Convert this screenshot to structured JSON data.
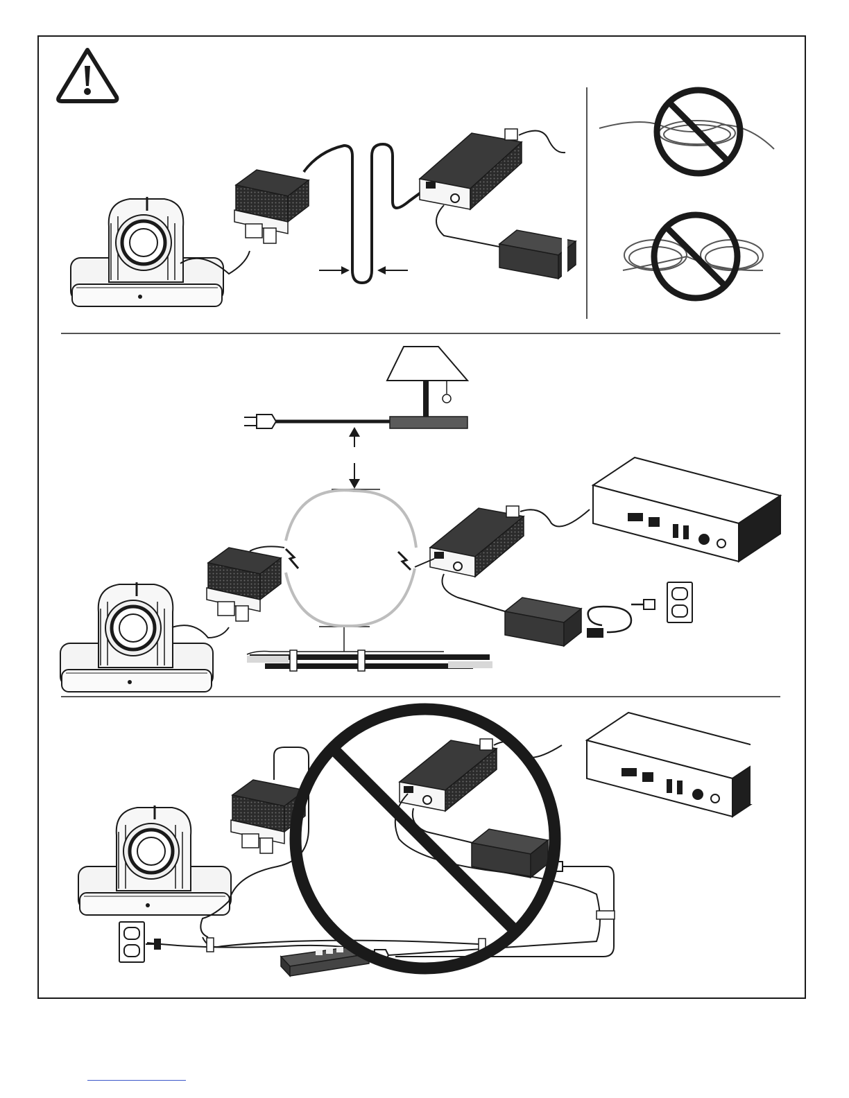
{
  "page": {
    "background": "#ffffff",
    "ink": "#1a1a1a",
    "device_fill": "#2b2b2b",
    "cable_grey": "#bdbdbd",
    "footer_link_color": "#3a56c8",
    "footer_link_text": ""
  },
  "panels": [
    {
      "id": "cable-bend-radius",
      "icons": [
        "warning-triangle-icon",
        "camera-icon",
        "extender-icon",
        "power-adapter-icon",
        "prohibited-coil-icon",
        "prohibited-knot-icon"
      ]
    },
    {
      "id": "cable-separation",
      "icons": [
        "lamp-icon",
        "plug-icon",
        "camera-icon",
        "extender-icon",
        "codec-icon",
        "power-adapter-icon",
        "wall-outlet-icon"
      ]
    },
    {
      "id": "prohibited-power-routing",
      "icons": [
        "camera-icon",
        "extender-icon",
        "codec-icon",
        "power-adapter-icon",
        "power-strip-icon",
        "wall-outlet-icon",
        "prohibition-sign-icon"
      ]
    }
  ]
}
